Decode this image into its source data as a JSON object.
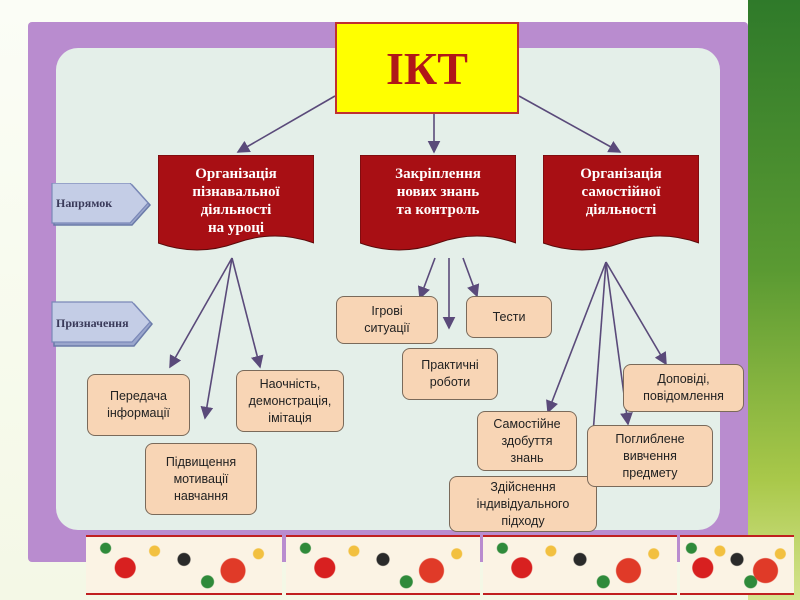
{
  "title": "ІКТ",
  "tags": {
    "direction": "Напрямок",
    "purpose": "Призначення"
  },
  "branches": [
    "Організація\nпізнавальної\nдіяльності\nна уроці",
    "Закріплення\nнових знань\nта контроль",
    "Організація\nсамостійної\nдіяльності"
  ],
  "leaves": {
    "info_transfer": "Передача\nінформації",
    "motivation": "Підвищення\nмотивації\nнавчання",
    "visual": "Наочність,\nдемонстрація,\nімітація",
    "games": "Ігрові\nситуації",
    "practical": "Практичні\nроботи",
    "tests": "Тести",
    "self_knowledge": "Самостійне\nздобуття\nзнань",
    "individual": "Здійснення\nіндивідуального\nпідходу",
    "reports": "Доповіді,\nповідомлення",
    "deep_study": "Поглиблене\nвивчення\nпредмету"
  },
  "colors": {
    "banner": "#a80f14",
    "title_bg": "#ffff00",
    "title_text": "#b01818",
    "frame": "#b98ccf",
    "node": "#f8d5b5"
  }
}
